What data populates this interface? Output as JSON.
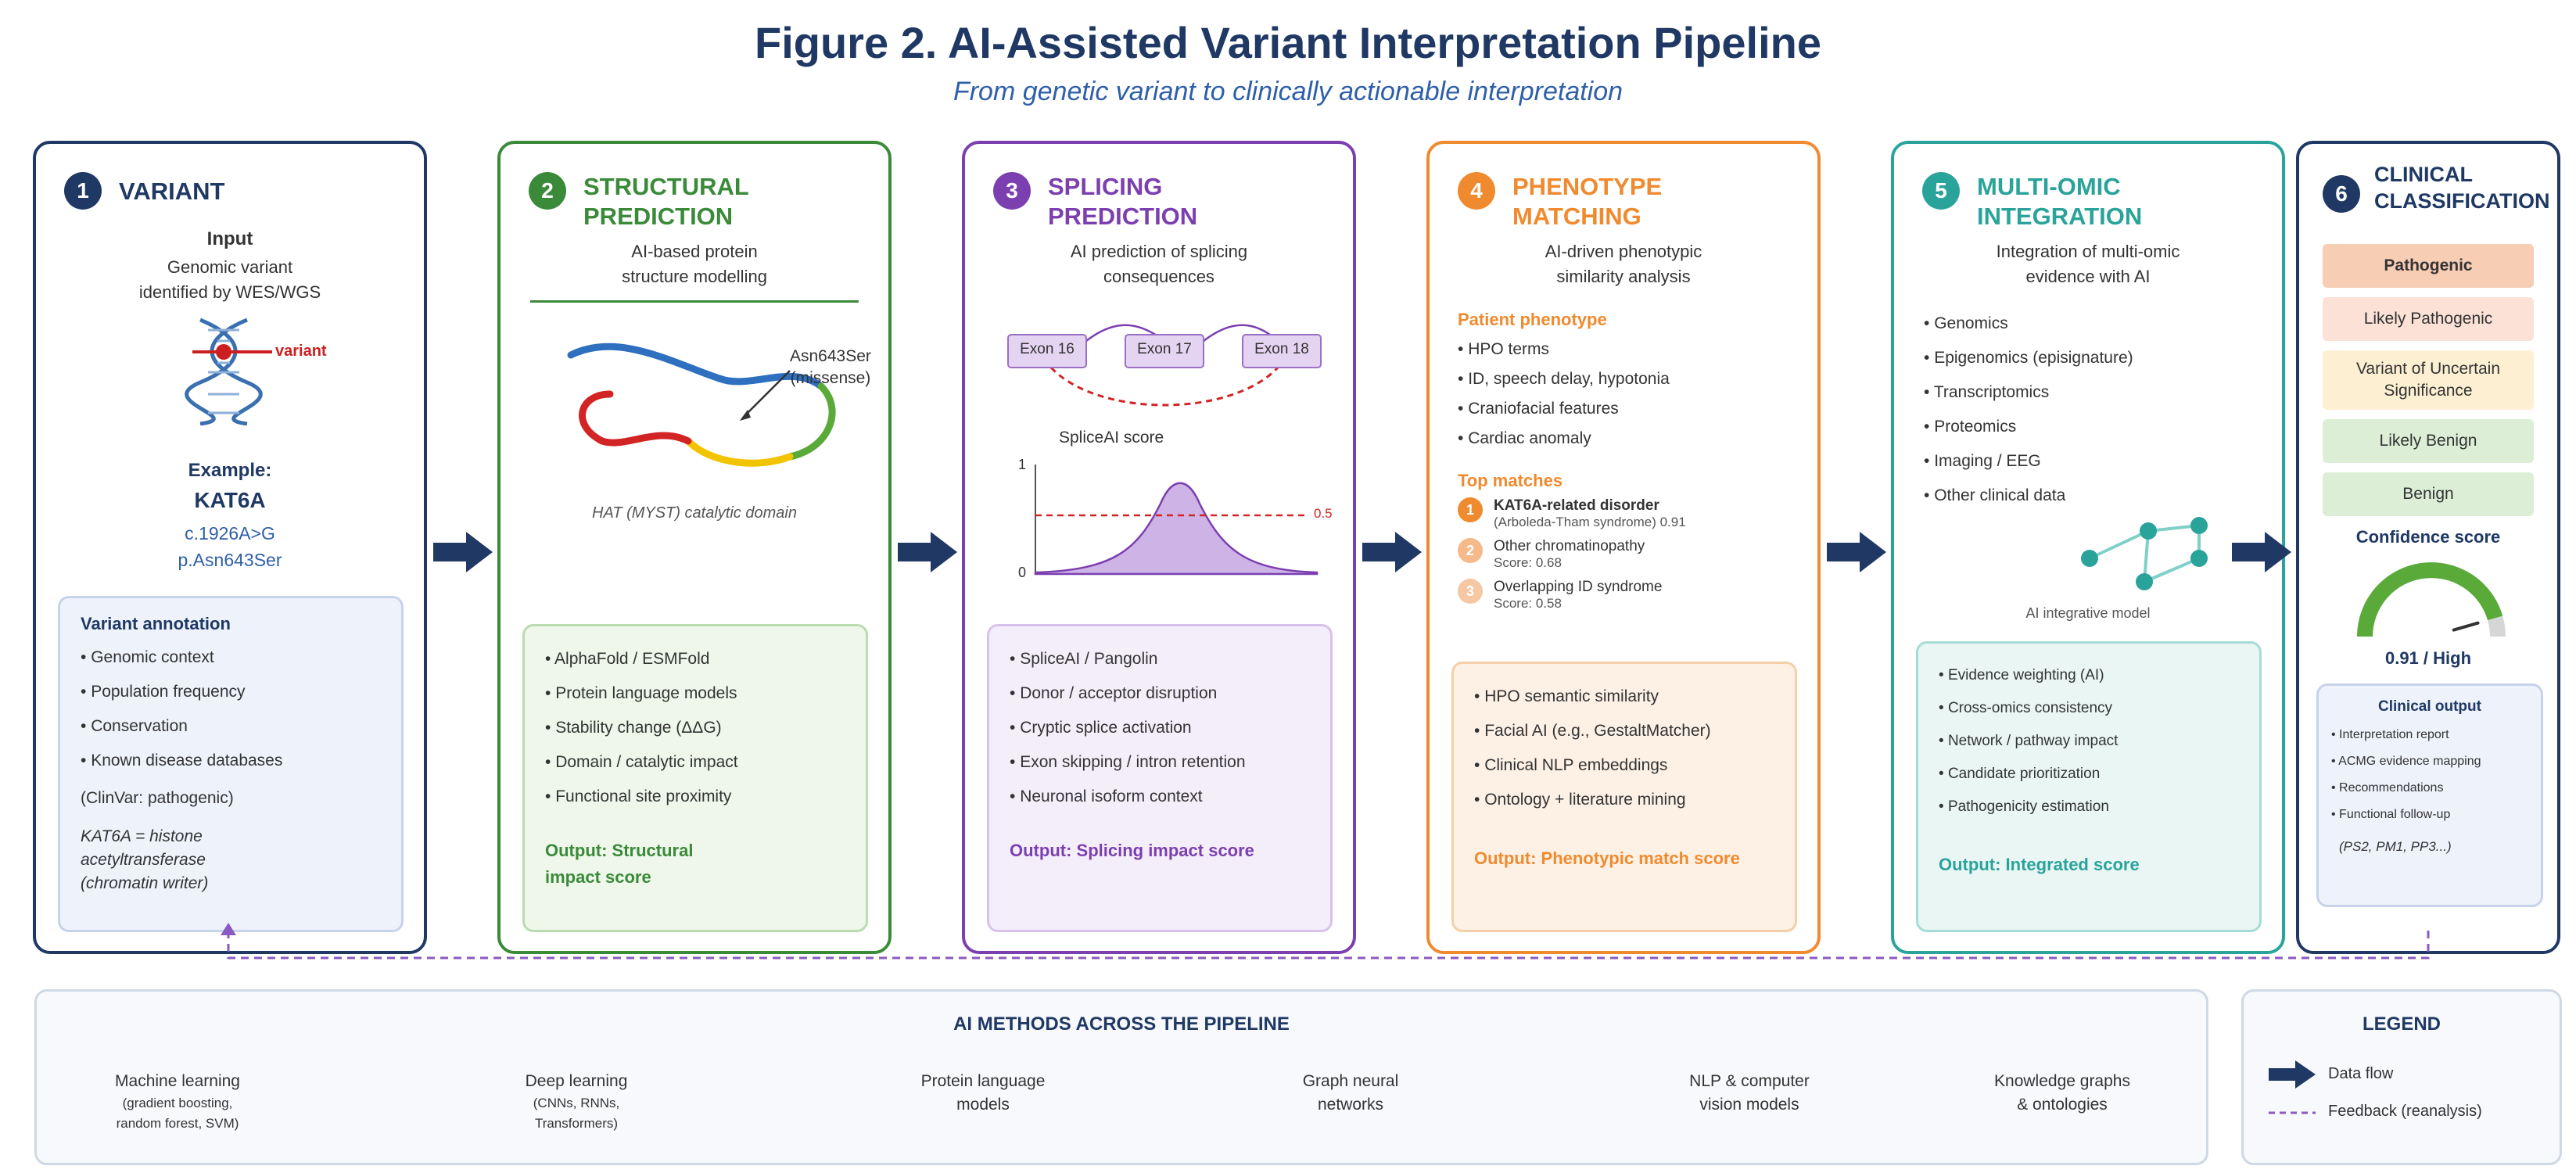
{
  "title": "Figure 2. AI-Assisted Variant Interpretation Pipeline",
  "subtitle": "From genetic variant to clinically actionable interpretation",
  "colors": {
    "navy": "#1f3864",
    "green": "#3a8a3a",
    "purple": "#7b3fb0",
    "orange": "#f08a2e",
    "teal": "#2aa39b",
    "blue": "#2e5fa8"
  },
  "stages": {
    "s1": {
      "number": "1",
      "title": "VARIANT",
      "input_label": "Input",
      "input_desc": "Genomic variant\nidentified by WES/WGS",
      "variant_tag": "variant",
      "example_label": "Example:",
      "gene": "KAT6A",
      "cdna": "c.1926A>G",
      "protein": "p.Asn643Ser",
      "box_title": "Variant annotation",
      "items": [
        "Genomic context",
        "Population frequency",
        "Conservation",
        "Known disease databases"
      ],
      "clinvar": "(ClinVar: pathogenic)",
      "note": "KAT6A = histone\nacetyltransferase\n(chromatin writer)"
    },
    "s2": {
      "number": "2",
      "title": "STRUCTURAL\nPREDICTION",
      "desc": "AI-based protein\nstructure modelling",
      "mutation": "Asn643Ser\n(missense)",
      "domain": "HAT (MYST) catalytic domain",
      "items": [
        "AlphaFold / ESMFold",
        "Protein language models",
        "Stability change (ΔΔG)",
        "Domain / catalytic impact",
        "Functional site proximity"
      ],
      "output": "Output: Structural\nimpact score"
    },
    "s3": {
      "number": "3",
      "title": "SPLICING\nPREDICTION",
      "desc": "AI prediction of splicing\nconsequences",
      "exons": [
        "Exon 16",
        "Exon 17",
        "Exon 18"
      ],
      "score_title": "SpliceAI score",
      "y_top": "1",
      "y_bottom": "0",
      "threshold": "0.5",
      "items": [
        "SpliceAI / Pangolin",
        "Donor / acceptor disruption",
        "Cryptic splice activation",
        "Exon skipping / intron retention",
        "Neuronal isoform context"
      ],
      "output": "Output: Splicing impact score"
    },
    "s4": {
      "number": "4",
      "title": "PHENOTYPE\nMATCHING",
      "desc": "AI-driven phenotypic\nsimilarity analysis",
      "patient_title": "Patient phenotype",
      "patient_items": [
        "HPO terms",
        "ID, speech delay, hypotonia",
        "Craniofacial features",
        "Cardiac anomaly"
      ],
      "matches_title": "Top matches",
      "matches": [
        {
          "rank": "1",
          "name": "KAT6A-related disorder",
          "detail": "(Arboleda-Tham syndrome) 0.91"
        },
        {
          "rank": "2",
          "name": "Other chromatinopathy",
          "detail": "Score: 0.68"
        },
        {
          "rank": "3",
          "name": "Overlapping ID syndrome",
          "detail": "Score: 0.58"
        }
      ],
      "items": [
        "HPO semantic similarity",
        "Facial AI (e.g., GestaltMatcher)",
        "Clinical NLP embeddings",
        "Ontology + literature mining"
      ],
      "output": "Output: Phenotypic match score"
    },
    "s5": {
      "number": "5",
      "title": "MULTI-OMIC\nINTEGRATION",
      "desc": "Integration of multi-omic\nevidence with AI",
      "omics": [
        "Genomics",
        "Epigenomics (episignature)",
        "Transcriptomics",
        "Proteomics",
        "Imaging / EEG",
        "Other clinical data"
      ],
      "model_label": "AI integrative model",
      "items": [
        "Evidence weighting (AI)",
        "Cross-omics consistency",
        "Network / pathway impact",
        "Candidate prioritization",
        "Pathogenicity estimation"
      ],
      "output": "Output: Integrated score"
    },
    "s6": {
      "number": "6",
      "title": "CLINICAL\nCLASSIFICATION",
      "classes": [
        "Pathogenic",
        "Likely Pathogenic",
        "Variant of Uncertain\nSignificance",
        "Likely Benign",
        "Benign"
      ],
      "class_colors": [
        "#f7cdb4",
        "#fbe1d6",
        "#fdf0d2",
        "#dcefd6",
        "#dcefd6"
      ],
      "confidence_title": "Confidence score",
      "confidence_value": 0.91,
      "confidence_label": "0.91 / High",
      "output_title": "Clinical output",
      "output_items": [
        "Interpretation report",
        "ACMG evidence mapping",
        "Recommendations",
        "Functional follow-up"
      ],
      "acmg": "(PS2, PM1, PP3...)"
    }
  },
  "methods": {
    "title": "AI METHODS ACROSS THE PIPELINE",
    "items": [
      {
        "name": "Machine learning",
        "sub": "(gradient boosting,\nrandom forest, SVM)"
      },
      {
        "name": "Deep learning",
        "sub": "(CNNs, RNNs,\nTransformers)"
      },
      {
        "name": "Protein language\nmodels",
        "sub": ""
      },
      {
        "name": "Graph neural\nnetworks",
        "sub": ""
      },
      {
        "name": "NLP & computer\nvision models",
        "sub": ""
      },
      {
        "name": "Knowledge graphs\n& ontologies",
        "sub": ""
      }
    ]
  },
  "legend": {
    "title": "LEGEND",
    "data_flow": "Data flow",
    "feedback": "Feedback (reanalysis)"
  }
}
